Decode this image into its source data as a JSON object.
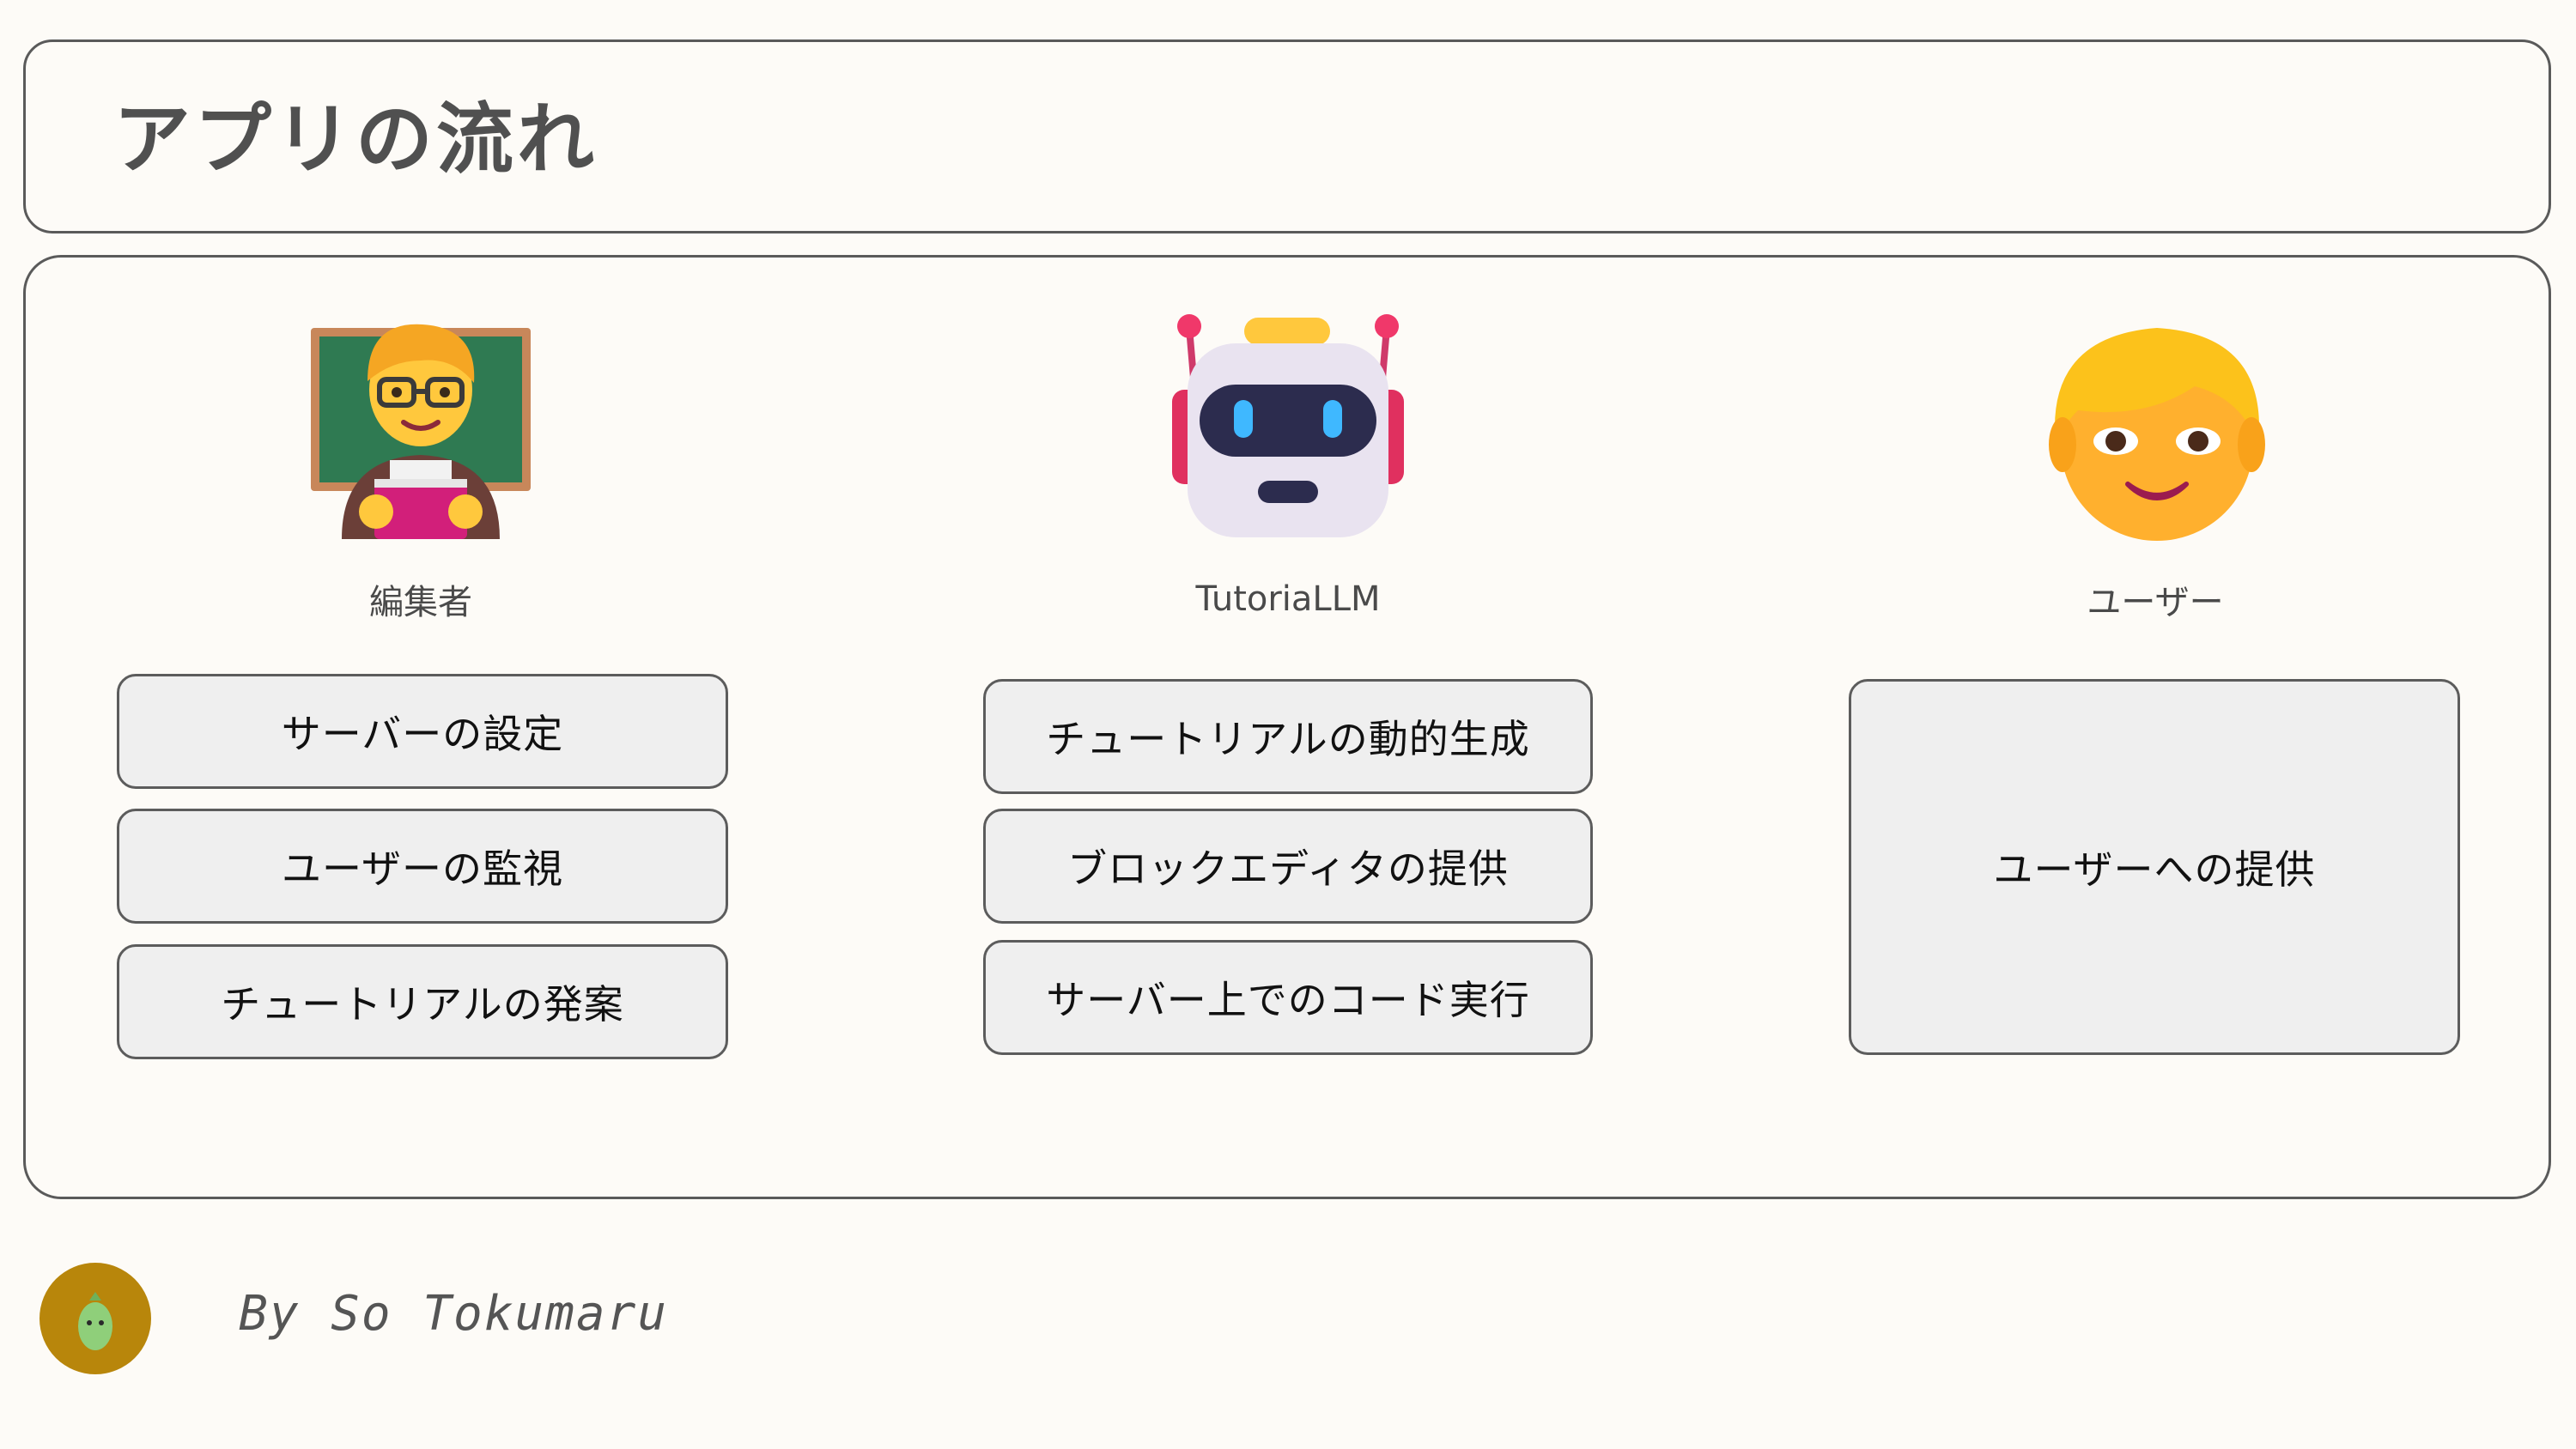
{
  "title": "アプリの流れ",
  "columns": [
    {
      "label": "編集者",
      "icon": "teacher-at-chalkboard-icon",
      "tasks": [
        "サーバーの設定",
        "ユーザーの監視",
        "チュートリアルの発案"
      ]
    },
    {
      "label": "TutoriaLLM",
      "icon": "robot-icon",
      "tasks": [
        "チュートリアルの動的生成",
        "ブロックエディタの提供",
        "サーバー上でのコード実行"
      ]
    },
    {
      "label": "ユーザー",
      "icon": "person-face-icon",
      "tasks": [
        "ユーザーへの提供"
      ]
    }
  ],
  "footer": {
    "byline": "By So Tokumaru",
    "avatar_icon": "cactus-avatar-icon"
  },
  "colors": {
    "background": "#fdfbf7",
    "border": "#5a5a5a",
    "box_fill": "#efefef",
    "title": "#505050"
  }
}
